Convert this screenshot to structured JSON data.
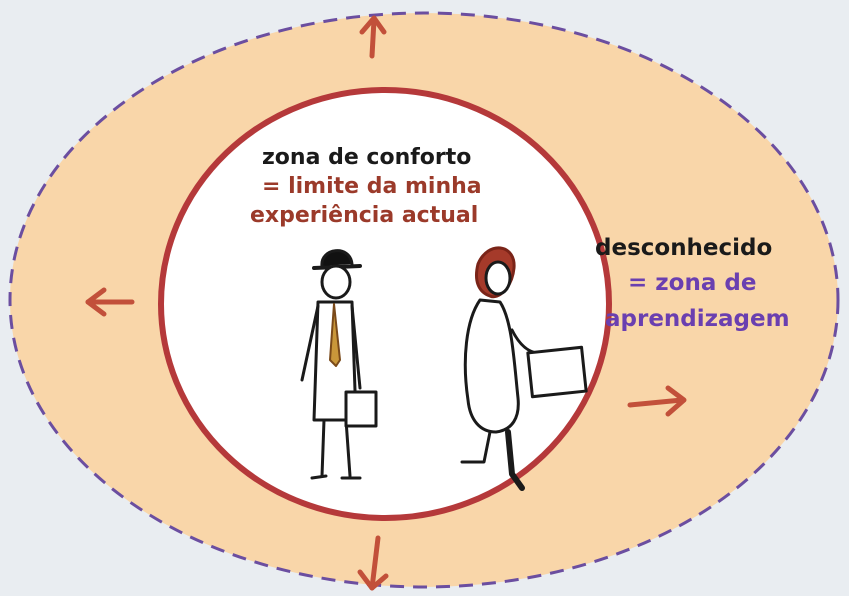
{
  "comfort_zone": {
    "title": "zona de conforto",
    "line1": "= limite da minha",
    "line2": "experiência actual"
  },
  "unknown_zone": {
    "title": "desconhecido",
    "line1": "= zona de",
    "line2": "aprendizagem"
  },
  "colors": {
    "background": "#e9edf1",
    "outer_fill": "#f9d6a9",
    "outer_border": "#6b4ea0",
    "inner_fill": "#ffffff",
    "inner_border": "#b5393a",
    "dark_text": "#1a1a1a",
    "red_text": "#9b3a2a",
    "purple_text": "#6a3fb0",
    "arrow": "#c2503a"
  }
}
